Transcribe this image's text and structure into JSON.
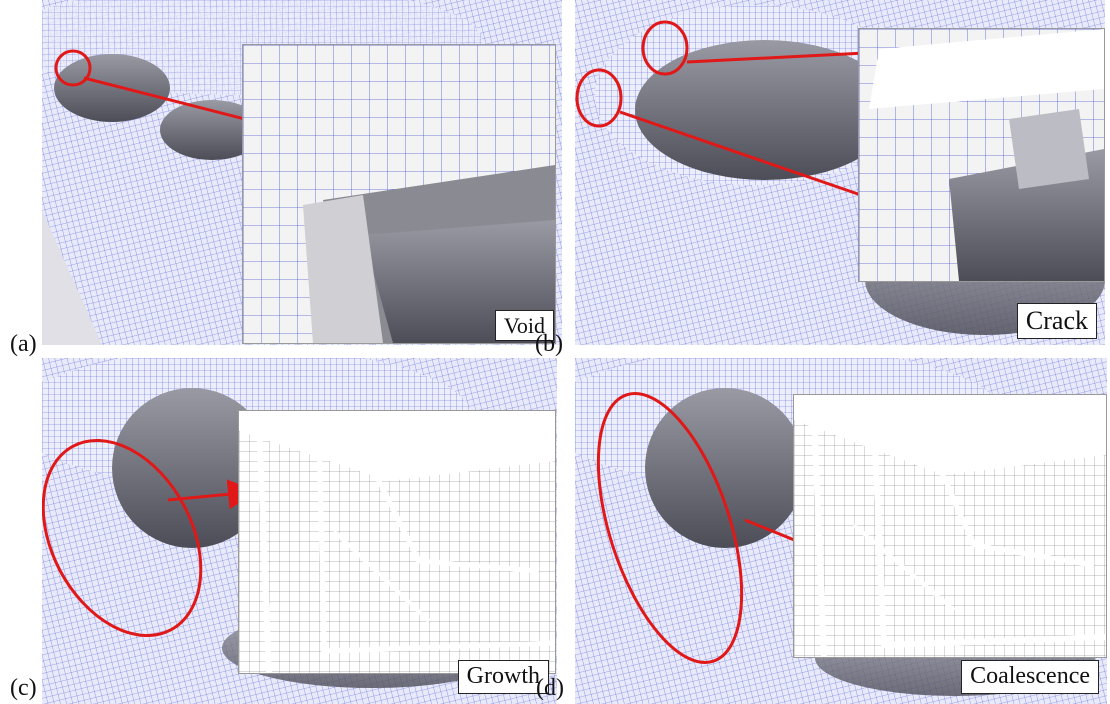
{
  "figure": {
    "panels": [
      {
        "id": "a",
        "letter": "(a)",
        "stage": "Void"
      },
      {
        "id": "b",
        "letter": "(b)",
        "stage": "Crack"
      },
      {
        "id": "c",
        "letter": "(c)",
        "stage": "Growth"
      },
      {
        "id": "d",
        "letter": "(d)",
        "stage": "Coalescence"
      }
    ]
  },
  "colors": {
    "mesh": "#5a63d8",
    "annotation": "#e01818",
    "solid_light": "#e6e6e6",
    "solid_dark": "#6c6c6c"
  }
}
